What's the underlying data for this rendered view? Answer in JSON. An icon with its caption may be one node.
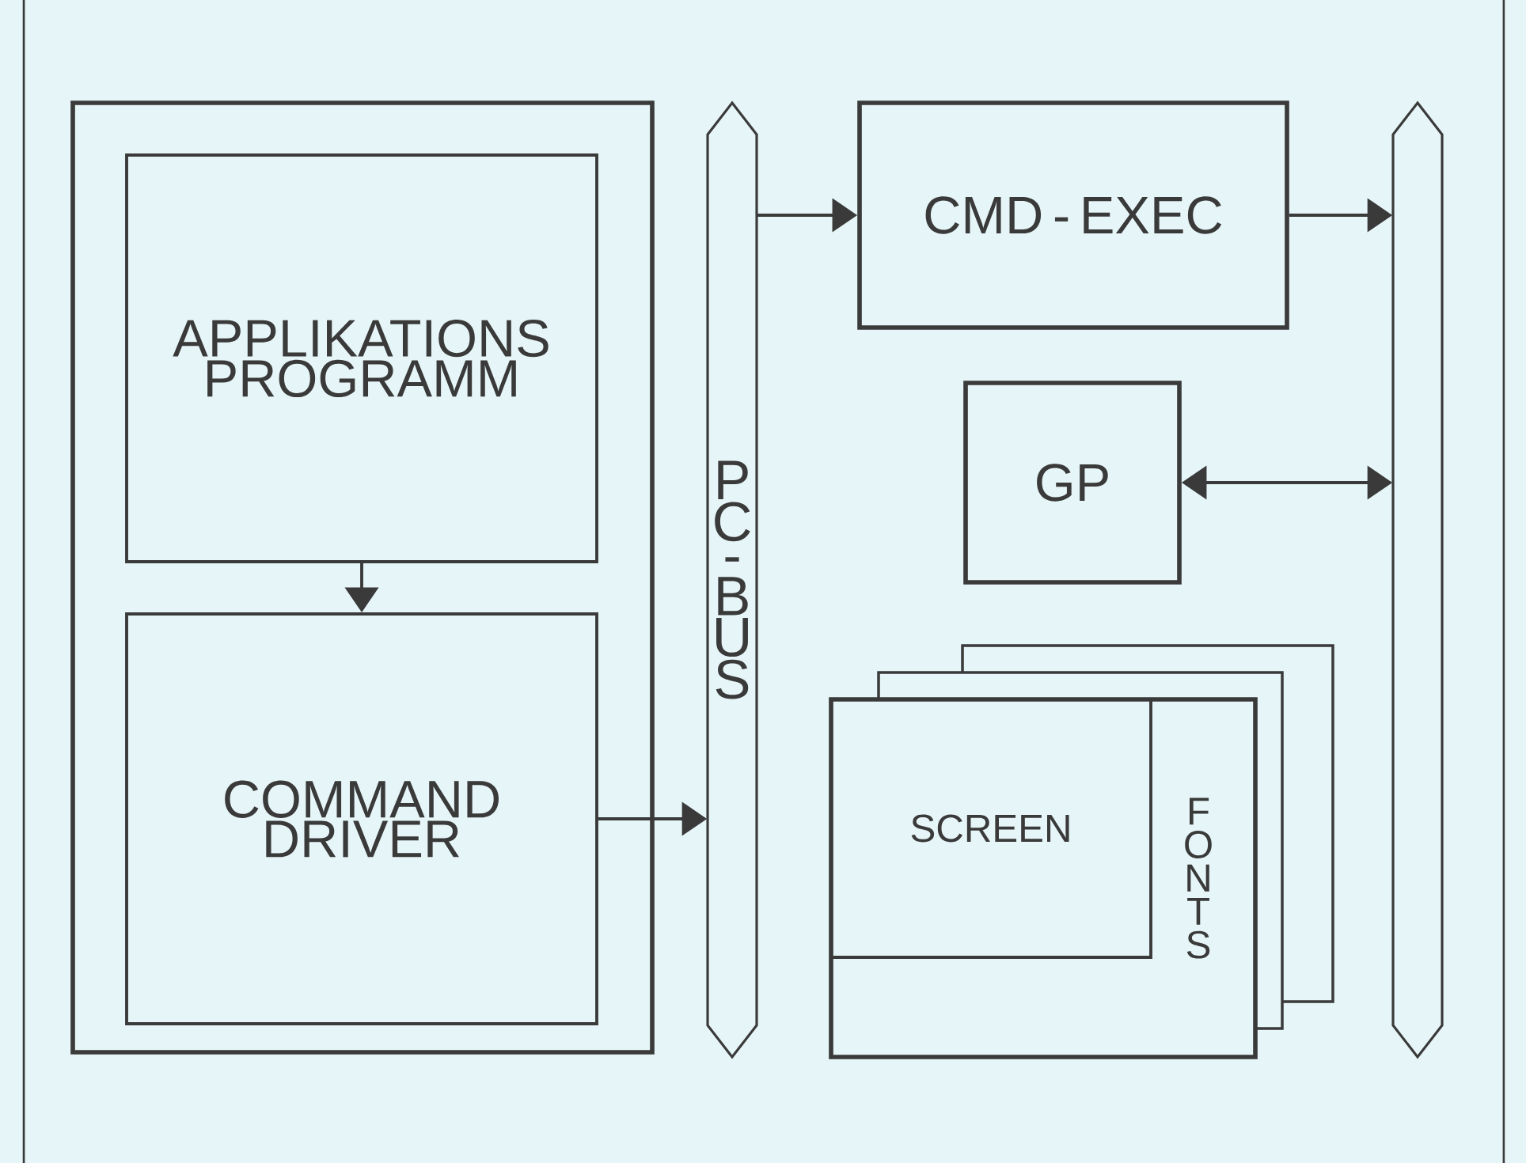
{
  "diagram": {
    "nodes": [
      {
        "text": [],
        "shape": "box"
      },
      {
        "text": [
          "APPLIKATIONS PROGRAMM"
        ],
        "in": 0
      },
      {
        "text": [
          "COMMAND DRIVER"
        ],
        "in": 0
      },
      {
        "text": [
          "PC-BUS"
        ]
      },
      {
        "text": [],
        "shape": "bar"
      },
      {
        "text": [
          "CMD - EXEC"
        ]
      },
      {
        "text": [
          "GP"
        ]
      },
      {
        "text": [
          "FONTS"
        ]
      },
      {
        "text": [
          "SCREEN"
        ],
        "in": 7
      }
    ],
    "edges": [
      {
        "from": 1,
        "to": 2,
        "arrow": "to"
      },
      {
        "from": 2,
        "to": 3,
        "arrow": "to"
      },
      {
        "from": 3,
        "to": 5,
        "arrow": "to"
      },
      {
        "from": 5,
        "to": 4,
        "arrow": "to"
      },
      {
        "from": 6,
        "to": 4,
        "arrow": "both"
      }
    ]
  }
}
